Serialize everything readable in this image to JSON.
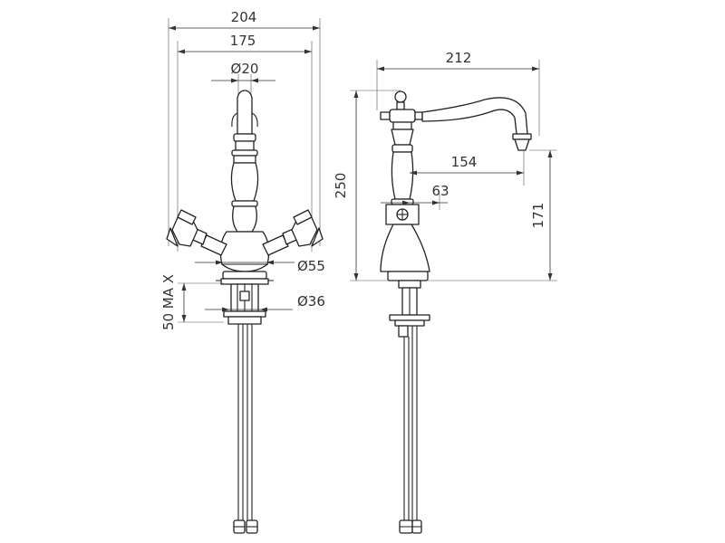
{
  "drawing": {
    "front_view": {
      "dim_overall_width": "204",
      "dim_handle_span": "175",
      "dim_spout_diameter": "Ø20",
      "dim_base_diameter": "Ø55",
      "dim_shank_diameter": "Ø36",
      "dim_max_thickness": "50 MA X"
    },
    "side_view": {
      "dim_spout_reach": "212",
      "dim_height": "250",
      "dim_spout_length": "154",
      "dim_handle_offset": "63",
      "dim_outlet_height": "171"
    }
  }
}
